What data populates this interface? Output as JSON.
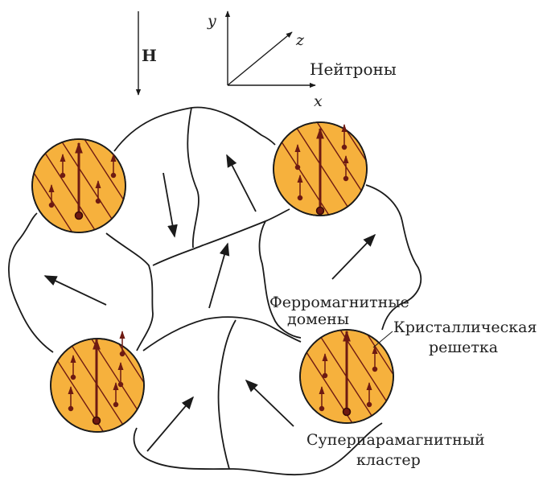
{
  "field": {
    "label": "H"
  },
  "axes": {
    "y": "y",
    "z": "z",
    "x": "x"
  },
  "neutrons_label": "Нейтроны",
  "labels": {
    "ferro_line1": "Ферромагнитные",
    "ferro_line2": "домены",
    "crystal_line1": "Кристаллическая",
    "crystal_line2": "решетка",
    "super_line1": "Суперпарамагнитный",
    "super_line2": "кластер"
  },
  "colors": {
    "cluster_fill": "#f6b13d",
    "cluster_ink": "#6e1a12",
    "line": "#1a1a1a"
  }
}
